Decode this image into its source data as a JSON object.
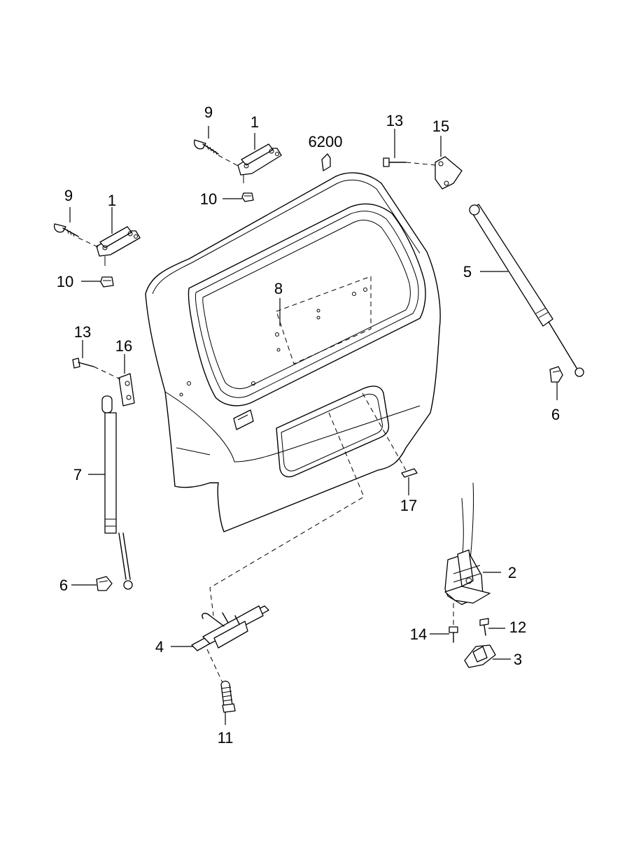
{
  "diagram": {
    "callouts": [
      {
        "id": "c-9a",
        "text": "9"
      },
      {
        "id": "c-1a",
        "text": "1"
      },
      {
        "id": "c-10a",
        "text": "10"
      },
      {
        "id": "c-6200",
        "text": "6200"
      },
      {
        "id": "c-13a",
        "text": "13"
      },
      {
        "id": "c-15",
        "text": "15"
      },
      {
        "id": "c-9b",
        "text": "9"
      },
      {
        "id": "c-1b",
        "text": "1"
      },
      {
        "id": "c-10b",
        "text": "10"
      },
      {
        "id": "c-5",
        "text": "5"
      },
      {
        "id": "c-8",
        "text": "8"
      },
      {
        "id": "c-13b",
        "text": "13"
      },
      {
        "id": "c-16",
        "text": "16"
      },
      {
        "id": "c-6a",
        "text": "6"
      },
      {
        "id": "c-7",
        "text": "7"
      },
      {
        "id": "c-17",
        "text": "17"
      },
      {
        "id": "c-2",
        "text": "2"
      },
      {
        "id": "c-6b",
        "text": "6"
      },
      {
        "id": "c-4",
        "text": "4"
      },
      {
        "id": "c-12",
        "text": "12"
      },
      {
        "id": "c-14",
        "text": "14"
      },
      {
        "id": "c-3",
        "text": "3"
      },
      {
        "id": "c-11",
        "text": "11"
      }
    ]
  }
}
